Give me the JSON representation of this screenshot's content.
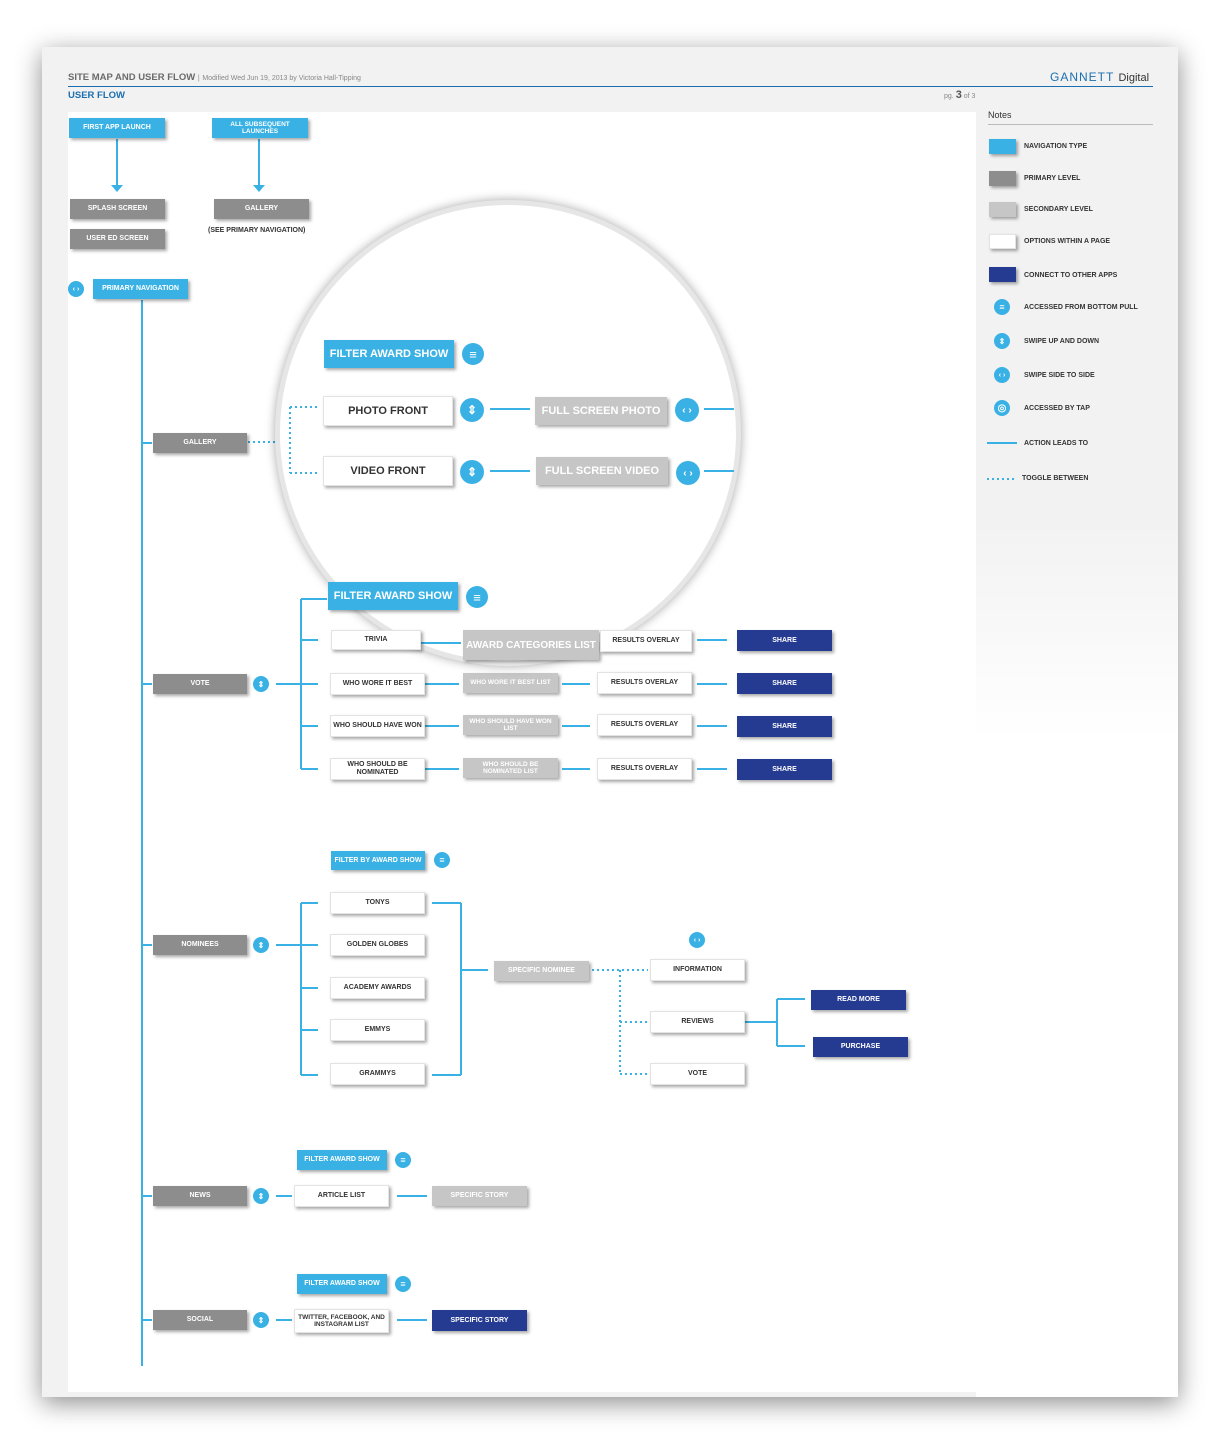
{
  "header": {
    "title": "SITE MAP AND USER FLOW",
    "separator": "|",
    "modified": "Modified Wed Jun 19, 2013 by Victoria Hall-Tipping",
    "section": "USER FLOW",
    "brand": "GANNETT",
    "brand_sub": "Digital",
    "page_prefix": "pg.",
    "page_current": "3",
    "page_suffix": "of 3"
  },
  "legend": {
    "title": "Notes",
    "items": [
      {
        "label": "NAVIGATION TYPE"
      },
      {
        "label": "PRIMARY LEVEL"
      },
      {
        "label": "SECONDARY LEVEL"
      },
      {
        "label": "OPTIONS WITHIN A PAGE"
      },
      {
        "label": "CONNECT TO OTHER APPS"
      },
      {
        "label": "ACCESSED FROM BOTTOM PULL"
      },
      {
        "label": "SWIPE UP AND DOWN"
      },
      {
        "label": "SWIPE SIDE TO SIDE"
      },
      {
        "label": "ACCESSED BY TAP"
      },
      {
        "label": "ACTION LEADS TO"
      },
      {
        "label": "TOGGLE BETWEEN"
      }
    ],
    "colors": {
      "navigation": "#3ab1e4",
      "primary": "#8d8d8e",
      "secondary": "#c6c6c7",
      "options": "#ffffff",
      "connect": "#253a91"
    }
  },
  "launch": {
    "first": "FIRST APP LAUNCH",
    "subsequent": "ALL SUBSEQUENT LAUNCHES",
    "splash": "SPLASH SCREEN",
    "user_ed": "USER ED SCREEN",
    "gallery": "GALLERY",
    "see_primary": "(SEE PRIMARY NAVIGATION)"
  },
  "primary_nav": "PRIMARY NAVIGATION",
  "gallery": {
    "label": "GALLERY",
    "filter": "FILTER AWARD SHOW",
    "photo_front": "PHOTO FRONT",
    "video_front": "VIDEO FRONT",
    "full_photo": "FULL SCREEN PHOTO",
    "full_video": "FULL SCREEN VIDEO"
  },
  "vote": {
    "label": "VOTE",
    "filter": "FILTER AWARD SHOW",
    "rows": [
      {
        "option": "TRIVIA",
        "list": "AWARD CATEGORIES LIST",
        "overlay": "RESULTS OVERLAY",
        "share": "SHARE"
      },
      {
        "option": "WHO WORE IT BEST",
        "list": "WHO WORE IT BEST LIST",
        "overlay": "RESULTS OVERLAY",
        "share": "SHARE"
      },
      {
        "option": "WHO SHOULD HAVE WON",
        "list": "WHO SHOULD HAVE WON LIST",
        "overlay": "RESULTS OVERLAY",
        "share": "SHARE"
      },
      {
        "option": "WHO SHOULD BE NOMINATED",
        "list": "WHO SHOULD BE NOMINATED LIST",
        "overlay": "RESULTS OVERLAY",
        "share": "SHARE"
      }
    ]
  },
  "nominees": {
    "label": "NOMINEES",
    "filter": "FILTER BY AWARD SHOW",
    "shows": [
      "TONYS",
      "GOLDEN GLOBES",
      "ACADEMY AWARDS",
      "EMMYS",
      "GRAMMYS"
    ],
    "specific": "SPECIFIC NOMINEE",
    "details": [
      "INFORMATION",
      "REVIEWS",
      "VOTE"
    ],
    "read_more": "READ MORE",
    "purchase": "PURCHASE"
  },
  "news": {
    "label": "NEWS",
    "filter": "FILTER AWARD SHOW",
    "list": "ARTICLE LIST",
    "story": "SPECIFIC STORY"
  },
  "social": {
    "label": "SOCIAL",
    "filter": "FILTER AWARD SHOW",
    "list": "TWITTER, FACEBOOK, AND INSTAGRAM LIST",
    "story": "SPECIFIC STORY"
  }
}
